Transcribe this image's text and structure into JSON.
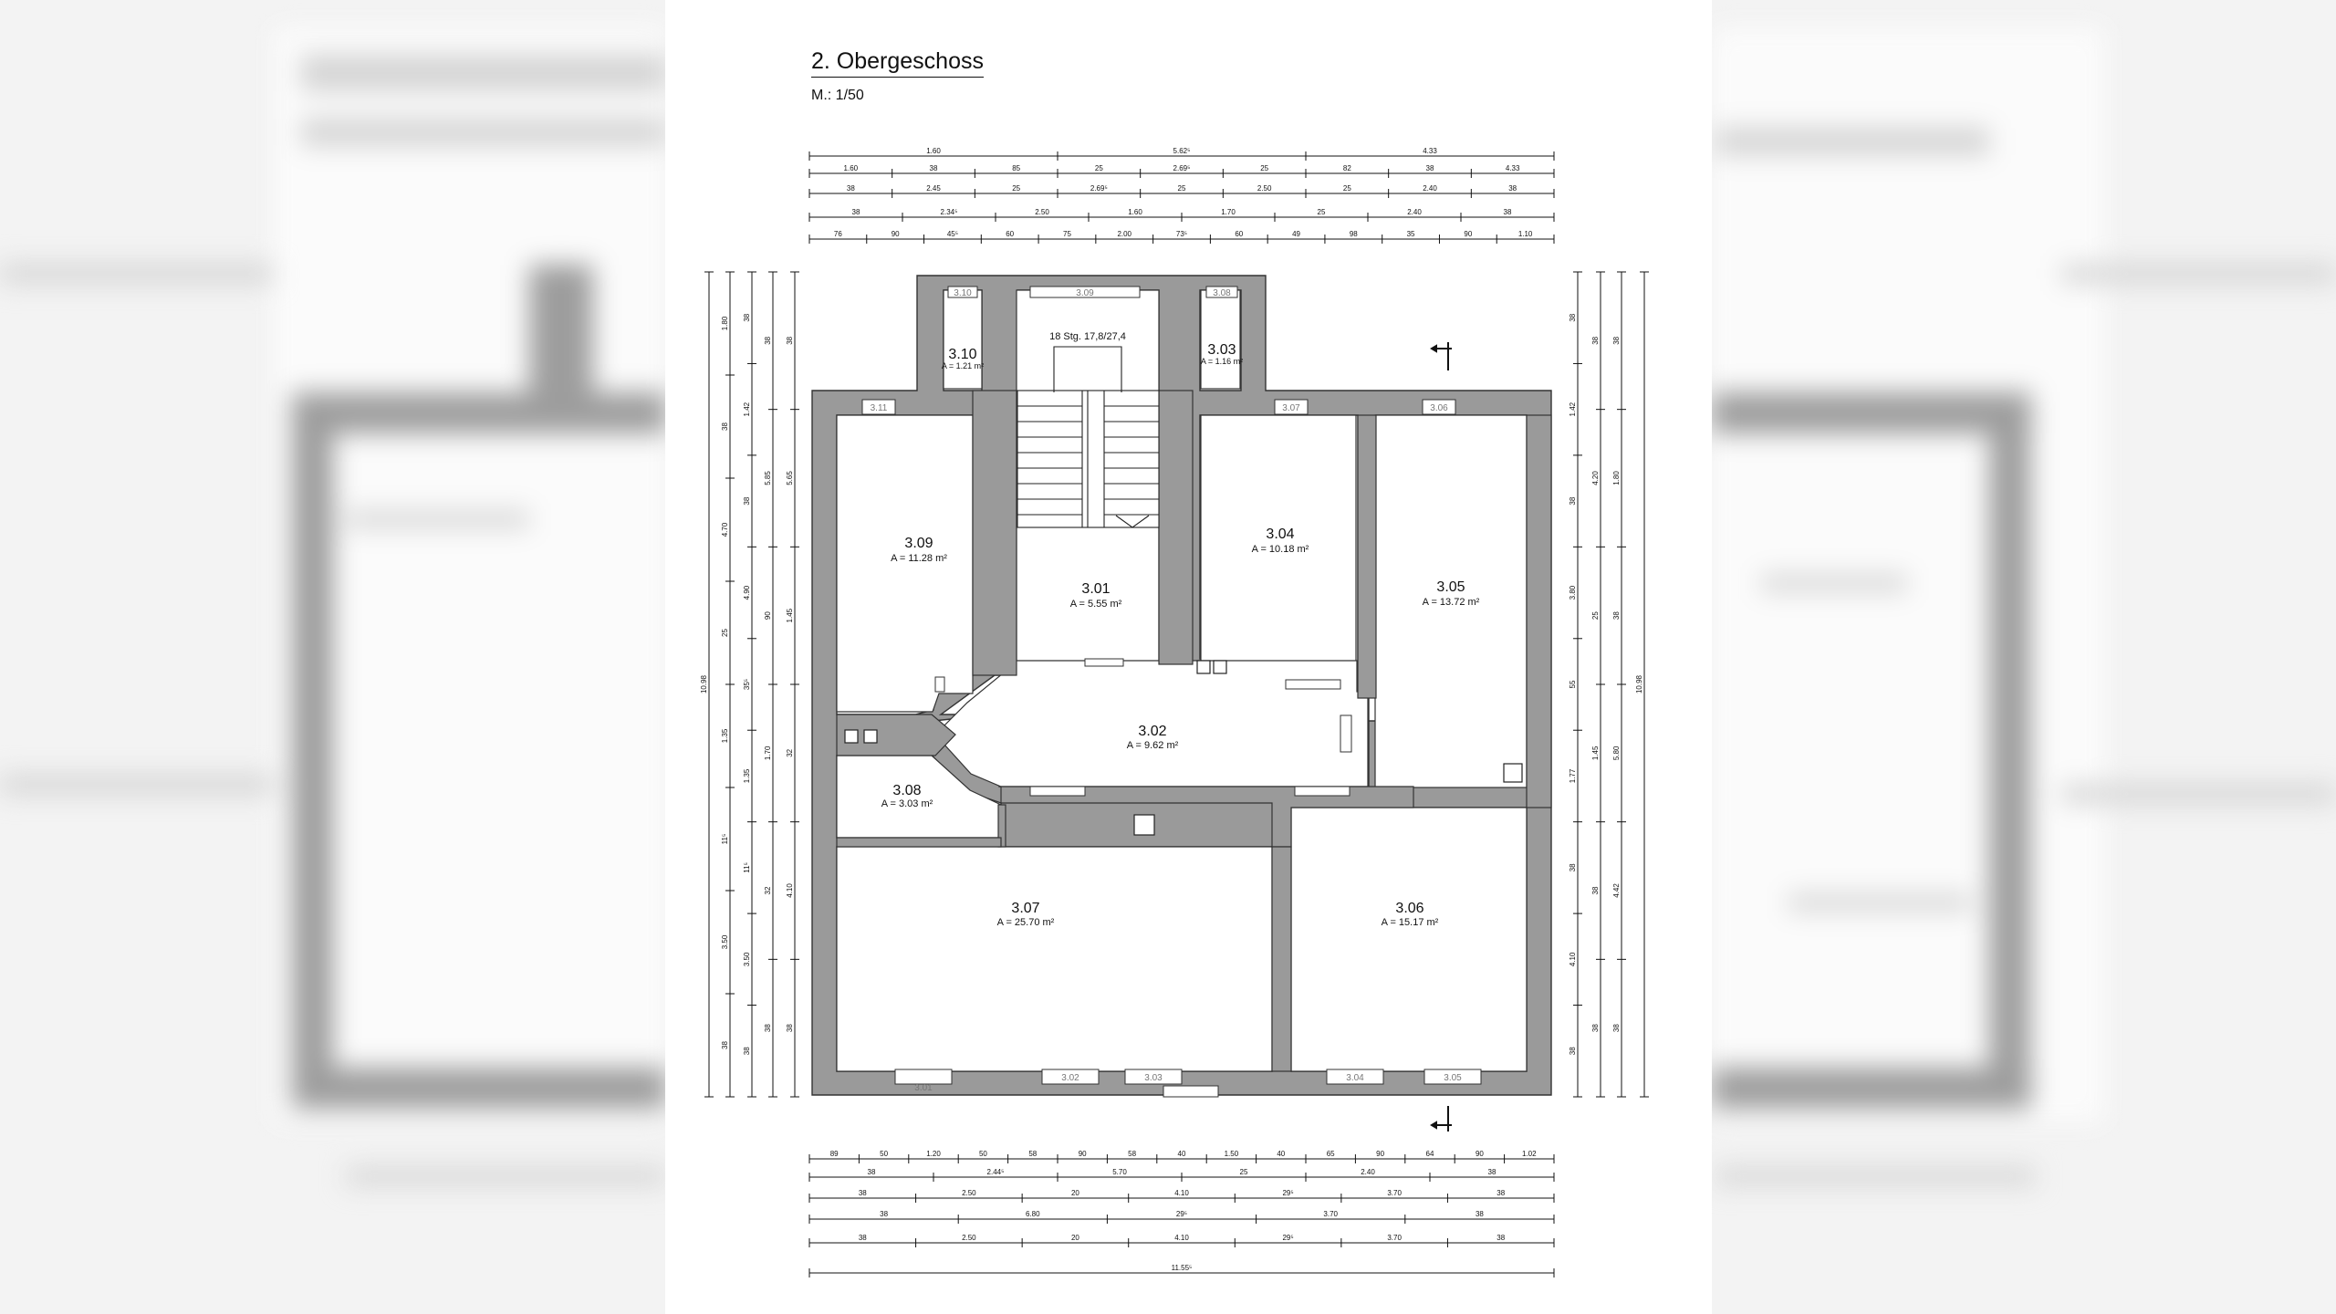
{
  "plan": {
    "title": "2. Obergeschoss",
    "scale": "M.: 1/50",
    "stair_note": "18 Stg. 17,8/27,4"
  },
  "rooms": [
    {
      "id": "3.10",
      "area": "A = 1.21 m²"
    },
    {
      "id": "3.03",
      "area": "A = 1.16 m²"
    },
    {
      "id": "3.09",
      "area": "A = 11.28 m²"
    },
    {
      "id": "3.01",
      "area": "A = 5.55 m²"
    },
    {
      "id": "3.04",
      "area": "A = 10.18 m²"
    },
    {
      "id": "3.05",
      "area": "A = 13.72 m²"
    },
    {
      "id": "3.02",
      "area": "A = 9.62 m²"
    },
    {
      "id": "3.08",
      "area": "A = 3.03 m²"
    },
    {
      "id": "3.07",
      "area": "A = 25.70 m²"
    },
    {
      "id": "3.06",
      "area": "A = 15.17 m²"
    }
  ],
  "windows": {
    "top": [
      "3.10",
      "3.09",
      "3.08",
      "3.11",
      "3.07",
      "3.06"
    ],
    "bottom": [
      "3.01",
      "3.02",
      "3.03",
      "3.04",
      "3.05"
    ]
  },
  "dimensions": {
    "top_rows": [
      [
        "1.60",
        "5.62⁵",
        "4.33"
      ],
      [
        "1.60",
        "38",
        "85",
        "25",
        "2.69⁵",
        "25",
        "82",
        "38",
        "4.33"
      ],
      [
        "38",
        "2.45",
        "25",
        "2.69⁵",
        "25",
        "2.50",
        "25",
        "2.40",
        "38"
      ],
      [
        "38",
        "2.34⁵",
        "2.50",
        "1.60",
        "1.70",
        "25",
        "2.40",
        "38"
      ],
      [
        "76",
        "90",
        "45⁵",
        "60",
        "75",
        "2.00",
        "73⁵",
        "60",
        "49",
        "98",
        "35",
        "90",
        "1.10"
      ]
    ],
    "bottom_rows": [
      [
        "89",
        "50",
        "1.20",
        "50",
        "58",
        "90",
        "58",
        "40",
        "1.50",
        "40",
        "65",
        "90",
        "64",
        "90",
        "1.02"
      ],
      [
        "38",
        "2.44⁵",
        "5.70",
        "25",
        "2.40",
        "38"
      ],
      [
        "38",
        "2.50",
        "20",
        "4.10",
        "29⁵",
        "3.70",
        "38"
      ],
      [
        "38",
        "6.80",
        "29⁵",
        "3.70",
        "38"
      ],
      [
        "38",
        "2.50",
        "20",
        "4.10",
        "29⁵",
        "3.70",
        "38"
      ],
      [
        "11.55⁵"
      ]
    ],
    "left_cols": [
      [
        "10.98"
      ],
      [
        "1.80",
        "38",
        "4.70",
        "25",
        "1.35",
        "11⁵",
        "3.50",
        "38"
      ],
      [
        "38",
        "1.42",
        "38",
        "4.90",
        "35⁵",
        "1.35",
        "11⁵",
        "3.50",
        "38"
      ],
      [
        "38",
        "5.85",
        "90",
        "1.70",
        "32",
        "38"
      ],
      [
        "38",
        "5.65",
        "1.45",
        "32",
        "4.10",
        "38"
      ]
    ],
    "right_cols": [
      [
        "38",
        "1.42",
        "38",
        "3.80",
        "55",
        "1.77",
        "38",
        "4.10",
        "38"
      ],
      [
        "38",
        "4.20",
        "25",
        "1.45",
        "38",
        "38"
      ],
      [
        "38",
        "1.80",
        "38",
        "5.80",
        "4.42",
        "38"
      ],
      [
        "10.98"
      ]
    ]
  },
  "colors": {
    "wall": "#9a9a9a",
    "wall_stroke": "#333333",
    "room": "#ffffff",
    "line": "#111111"
  }
}
